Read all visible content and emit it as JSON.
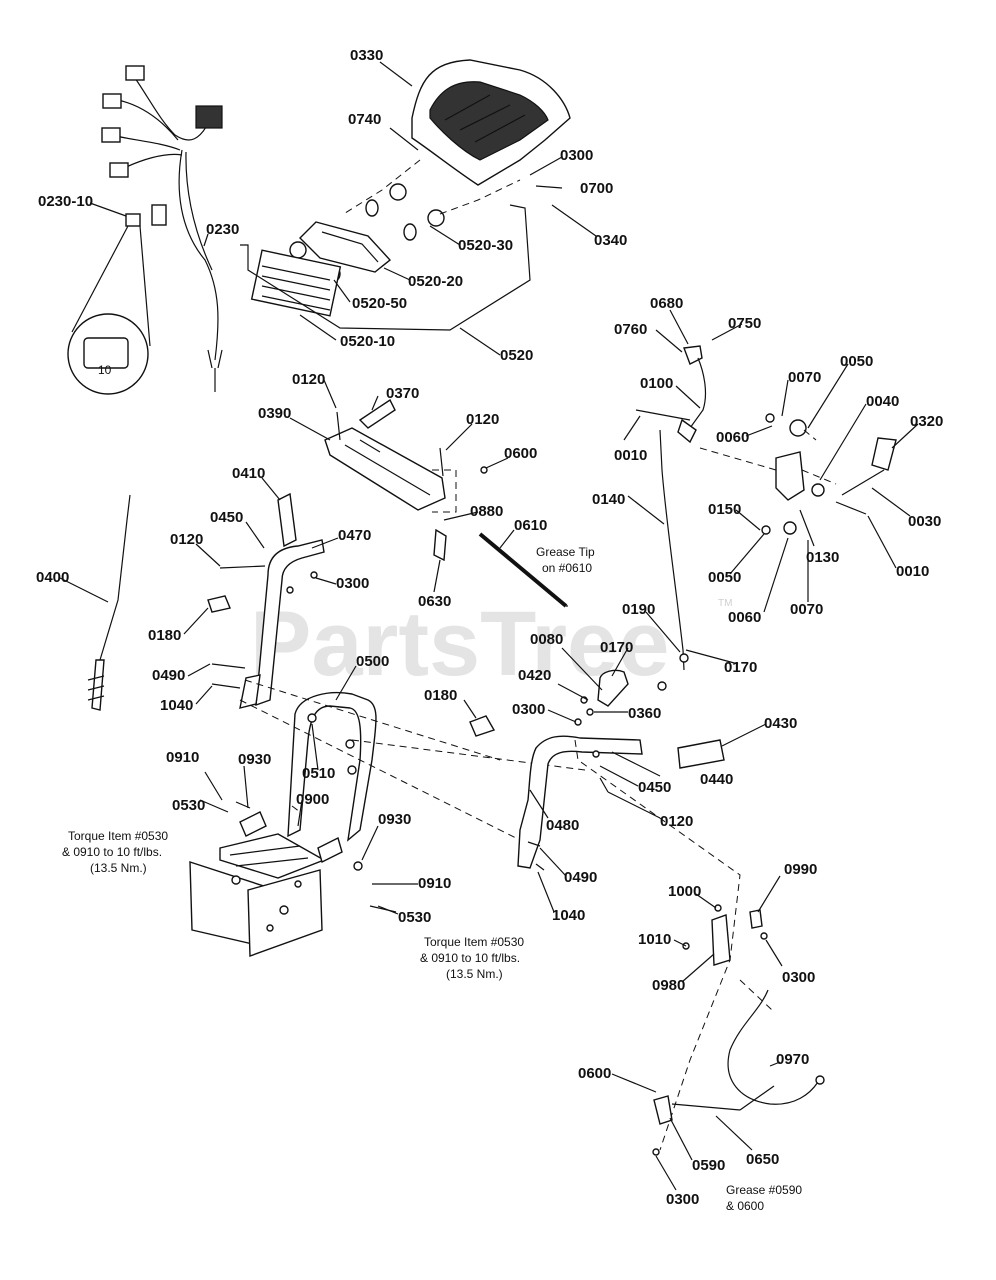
{
  "watermark": {
    "text": "PartsTree",
    "tm": "TM"
  },
  "labels": {
    "p0330": "0330",
    "p0740": "0740",
    "p0300a": "0300",
    "p0700": "0700",
    "p0340": "0340",
    "p0230_10": "0230-10",
    "p0230": "0230",
    "p0520_30": "0520-30",
    "p0520_20": "0520-20",
    "p0520_50": "0520-50",
    "p0520_10": "0520-10",
    "p0520": "0520",
    "p0680": "0680",
    "p0760": "0760",
    "p0750": "0750",
    "p0100": "0100",
    "p0070a": "0070",
    "p0050a": "0050",
    "p0040": "0040",
    "p0320": "0320",
    "p0060a": "0060",
    "p0010a": "0010",
    "p0140": "0140",
    "p0150": "0150",
    "p0130": "0130",
    "p0030": "0030",
    "p0050b": "0050",
    "p0060b": "0060",
    "p0070b": "0070",
    "p0010b": "0010",
    "p0120a": "0120",
    "p0370": "0370",
    "p0390": "0390",
    "p0120b": "0120",
    "p0600a": "0600",
    "p0880": "0880",
    "p0610": "0610",
    "p0630": "0630",
    "p0410": "0410",
    "p0450a": "0450",
    "p0470": "0470",
    "p0120c": "0120",
    "p0300b": "0300",
    "p0400": "0400",
    "p0180a": "0180",
    "p0490a": "0490",
    "p1040a": "1040",
    "p0500": "0500",
    "p0510": "0510",
    "p0910a": "0910",
    "p0930a": "0930",
    "p0530a": "0530",
    "p0900": "0900",
    "p0930b": "0930",
    "p0910b": "0910",
    "p0530b": "0530",
    "p0190": "0190",
    "p0170a": "0170",
    "p0170b": "0170",
    "p0080": "0080",
    "p0420": "0420",
    "p0180b": "0180",
    "p0300c": "0300",
    "p0360": "0360",
    "p0430": "0430",
    "p0440": "0440",
    "p0450b": "0450",
    "p0120d": "0120",
    "p0480": "0480",
    "p0490b": "0490",
    "p1040b": "1040",
    "p1000": "1000",
    "p0990": "0990",
    "p1010": "1010",
    "p0980": "0980",
    "p0300d": "0300",
    "p0970": "0970",
    "p0600b": "0600",
    "p0650": "0650",
    "p0590": "0590",
    "p0300e": "0300"
  },
  "notes": {
    "grease_tip_1": "Grease Tip",
    "grease_tip_2": "on #0610",
    "torque_left_1": "Torque Item #0530",
    "torque_left_2": "& 0910 to 10 ft/lbs.",
    "torque_left_3": "(13.5 Nm.)",
    "torque_mid_1": "Torque Item #0530",
    "torque_mid_2": "& 0910 to 10 ft/lbs.",
    "torque_mid_3": "(13.5 Nm.)",
    "grease_0590_1": "Grease #0590",
    "grease_0590_2": "& 0600",
    "fuse_rating": "10"
  }
}
